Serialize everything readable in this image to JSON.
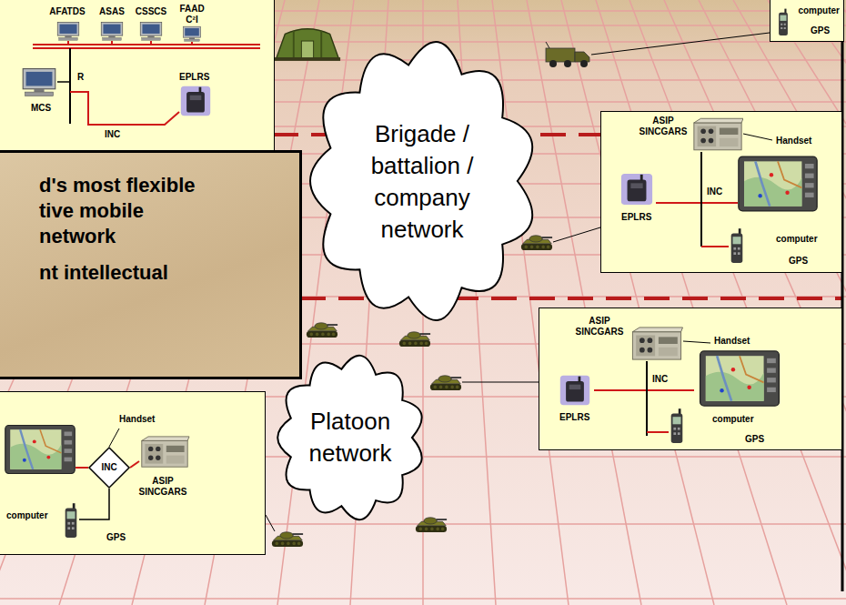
{
  "diagram": {
    "nodes": [
      {
        "text": [
          "AFATDS",
          "ASAS",
          "CSSCS",
          "FAAD C²I",
          "MCS",
          "R",
          "INC",
          "EPLRS"
        ]
      },
      {
        "text": [
          "computer",
          "GPS"
        ]
      },
      {
        "text": [
          "d's most flexible tive mobile network",
          "nt intellectual"
        ]
      },
      {
        "text": [
          "Brigade / battalion / company network"
        ]
      },
      {
        "text": [
          "ASIP SINCGARS",
          "Handset",
          "INC",
          "EPLRS",
          "computer",
          "GPS"
        ]
      },
      {
        "text": [
          "ASIP SINCGARS",
          "Handset",
          "INC",
          "EPLRS",
          "computer",
          "GPS"
        ]
      },
      {
        "text": [
          "Platoon network"
        ]
      },
      {
        "text": [
          "Handset",
          "computer",
          "ASIP SINCGARS",
          "GPS"
        ]
      },
      {
        "text": [
          "INC"
        ],
        "in": 7
      }
    ]
  }
}
